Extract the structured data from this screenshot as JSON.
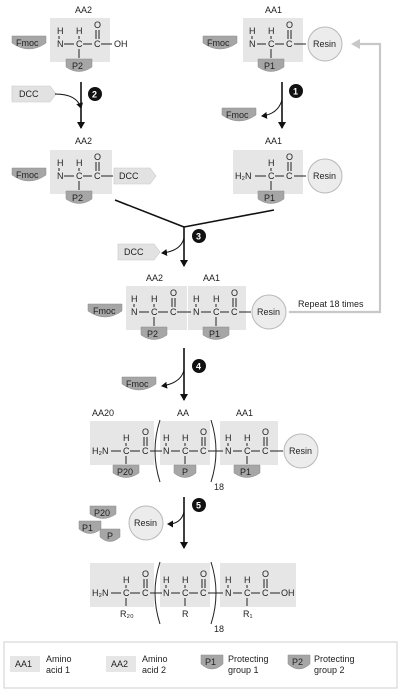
{
  "labels": {
    "aa1": "AA1",
    "aa2": "AA2",
    "aa20": "AA20",
    "aa": "AA",
    "fmoc": "Fmoc",
    "dcc": "DCC",
    "resin": "Resin",
    "p1": "P1",
    "p2": "P2",
    "p20": "P20",
    "p": "P",
    "repeat": "Repeat 18 times",
    "repeat_count": "18"
  },
  "atoms": {
    "H": "H",
    "N": "N",
    "C": "C",
    "O": "O",
    "OH": "OH",
    "H2N": "H₂N",
    "R": "R",
    "R1": "R₁",
    "R20": "R₂₀"
  },
  "steps": [
    "1",
    "2",
    "3",
    "4",
    "5"
  ],
  "legend": [
    {
      "key": "AA1",
      "text_line1": "Amino",
      "text_line2": "acid 1",
      "shape": "box"
    },
    {
      "key": "AA2",
      "text_line1": "Amino",
      "text_line2": "acid 2",
      "shape": "box"
    },
    {
      "key": "P1",
      "text_line1": "Protecting",
      "text_line2": "group 1",
      "shape": "shield"
    },
    {
      "key": "P2",
      "text_line1": "Protecting",
      "text_line2": "group 2",
      "shape": "shield"
    }
  ],
  "colors": {
    "aa_box": "#e6e6e6",
    "protecting_group": "#a6a6a6",
    "feedback_arrow": "#c8c8c8",
    "step_badge": "#111111"
  }
}
